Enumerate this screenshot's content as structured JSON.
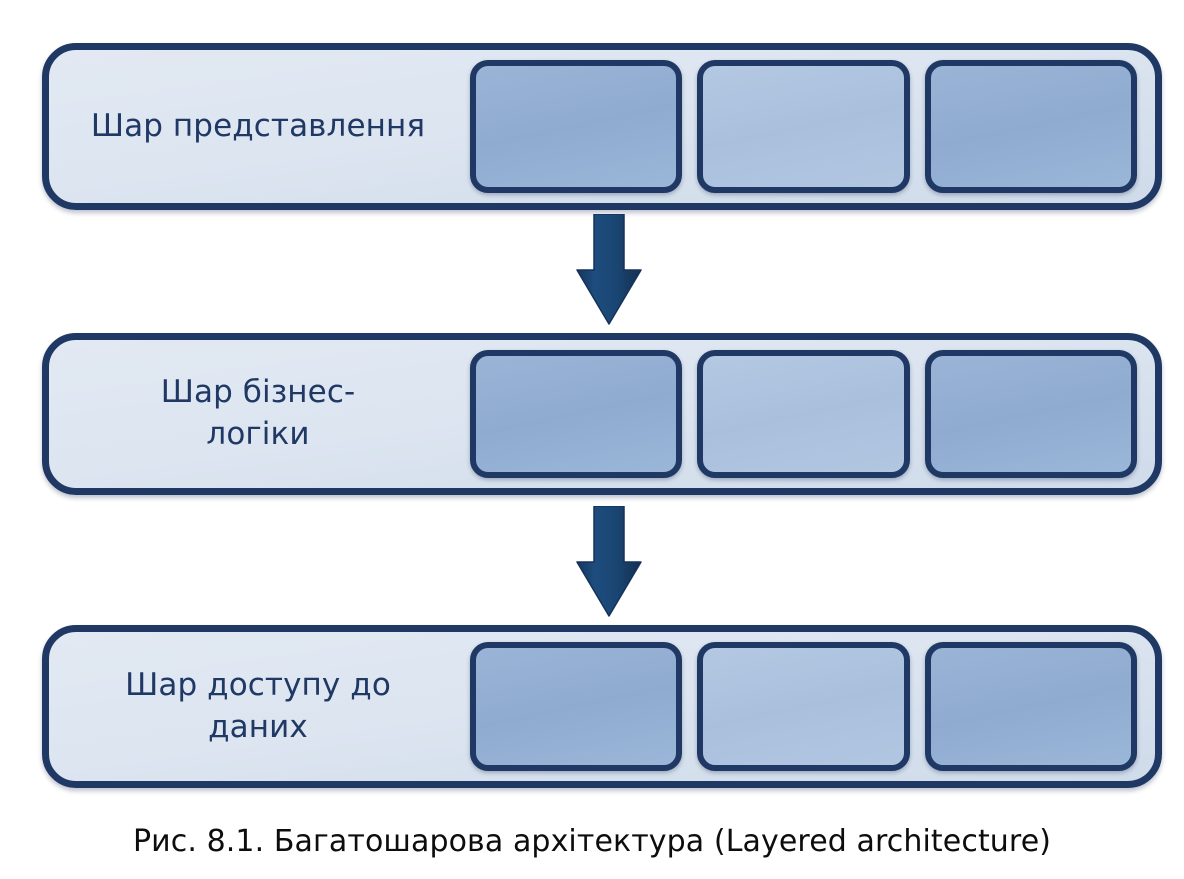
{
  "figure": {
    "caption": "Рис. 8.1. Багатошарова архітектура (Layered architecture)",
    "colors": {
      "layer_border": "#1F3864",
      "layer_fill_top": "#e2e9f3",
      "layer_fill_bottom": "#cfdbea",
      "label_text": "#1F3864",
      "inner_box_fill": "#8fabd0",
      "inner_box_fill_light": "#a9c0dd",
      "arrow_fill": "#1F4E79",
      "caption_text": "#0d0d0d",
      "background": "#ffffff"
    }
  },
  "layers": [
    {
      "id": "presentation-layer",
      "label": "Шар представлення",
      "components": [
        {
          "id": "presentation-component-1",
          "label": "",
          "shade": "normal"
        },
        {
          "id": "presentation-component-2",
          "label": "",
          "shade": "light"
        },
        {
          "id": "presentation-component-3",
          "label": "",
          "shade": "normal"
        }
      ]
    },
    {
      "id": "business-logic-layer",
      "label": "Шар бізнес-\nлогіки",
      "components": [
        {
          "id": "business-component-1",
          "label": "",
          "shade": "normal"
        },
        {
          "id": "business-component-2",
          "label": "",
          "shade": "light"
        },
        {
          "id": "business-component-3",
          "label": "",
          "shade": "normal"
        }
      ]
    },
    {
      "id": "data-access-layer",
      "label": "Шар доступу до\nданих",
      "components": [
        {
          "id": "data-component-1",
          "label": "",
          "shade": "normal"
        },
        {
          "id": "data-component-2",
          "label": "",
          "shade": "light"
        },
        {
          "id": "data-component-3",
          "label": "",
          "shade": "normal"
        }
      ]
    }
  ],
  "arrows": [
    {
      "id": "arrow-presentation-to-business",
      "direction": "down"
    },
    {
      "id": "arrow-business-to-data",
      "direction": "down"
    }
  ]
}
